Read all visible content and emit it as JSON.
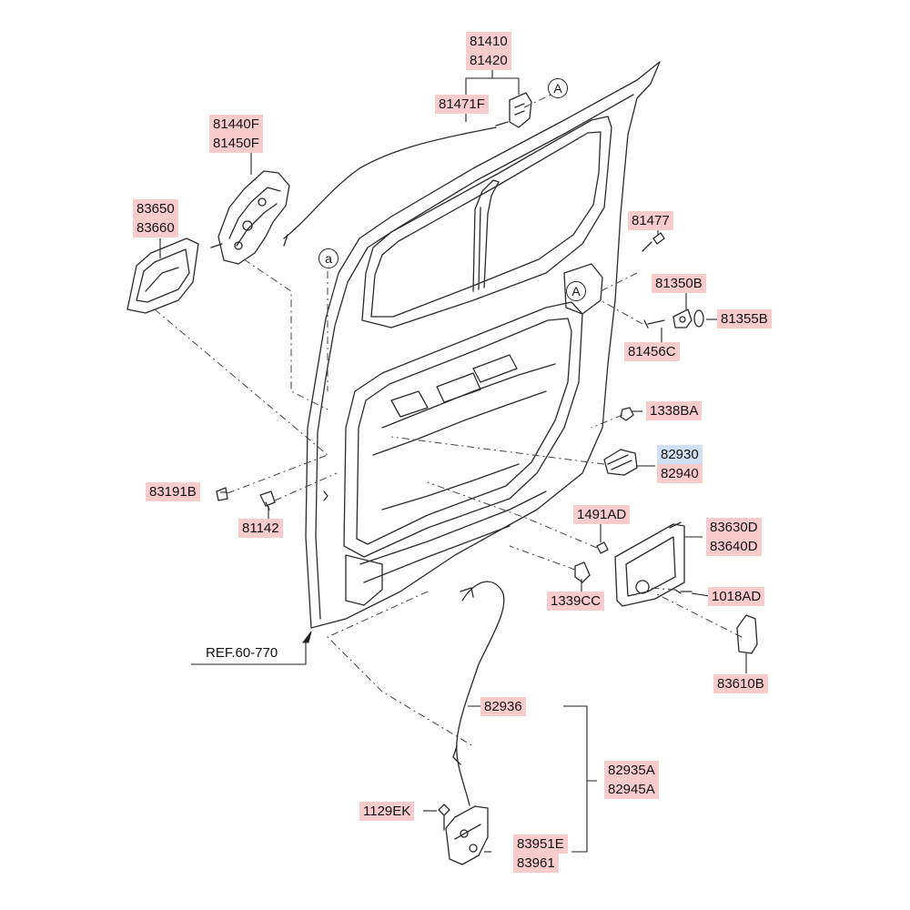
{
  "labels": {
    "p81410": "81410",
    "p81420": "81420",
    "p81471F": "81471F",
    "p81440F": "81440F",
    "p81450F": "81450F",
    "p83650": "83650",
    "p83660": "83660",
    "p81477": "81477",
    "p81350B": "81350B",
    "p81355B": "81355B",
    "p81456C": "81456C",
    "p1338BA": "1338BA",
    "p82930": "82930",
    "p82940": "82940",
    "p83191B": "83191B",
    "p81142": "81142",
    "p1491AD": "1491AD",
    "p83630D": "83630D",
    "p83640D": "83640D",
    "p1339CC": "1339CC",
    "p1018AD": "1018AD",
    "p83610B": "83610B",
    "ref": "REF.60-770",
    "p82936": "82936",
    "p82935A": "82935A",
    "p82945A": "82945A",
    "p1129EK": "1129EK",
    "p83951E": "83951E",
    "p83961": "83961"
  },
  "callouts": {
    "upper_A": "A",
    "lower_A": "A",
    "small_a": "a"
  },
  "colors": {
    "label_highlight": "#f9cccc",
    "label_highlight_selected": "#cfe0f4",
    "line": "#222222"
  }
}
